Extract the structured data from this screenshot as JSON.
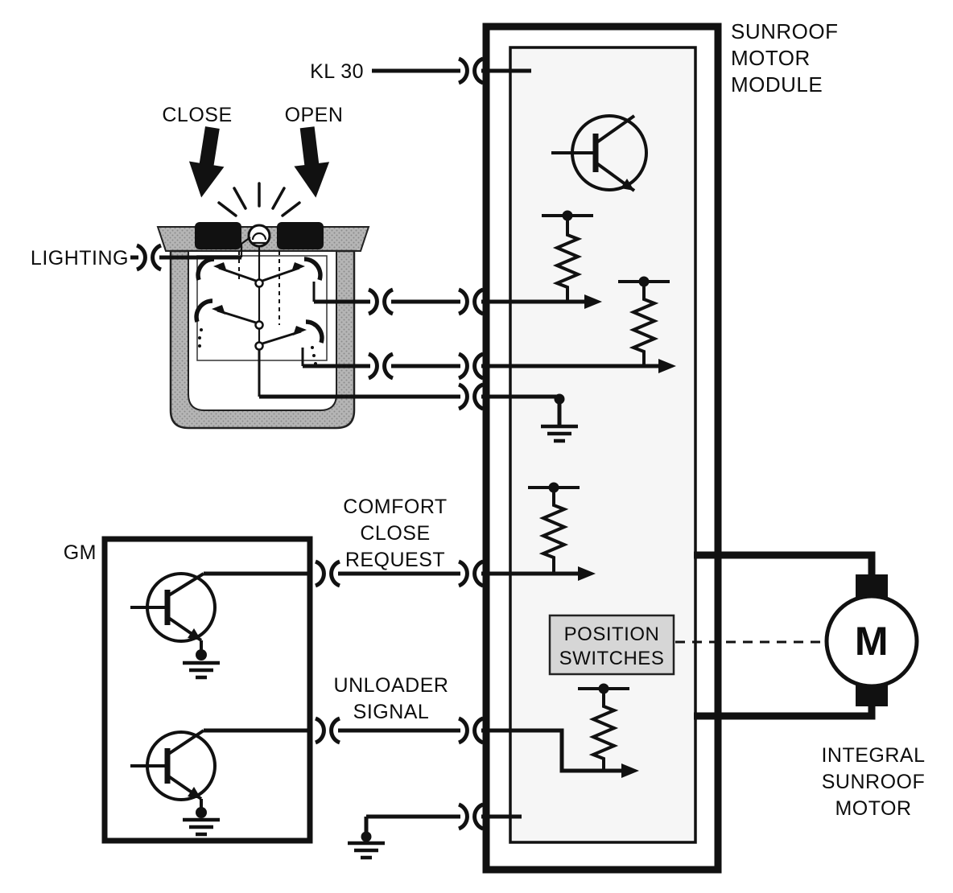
{
  "labels": {
    "kl30": "KL 30",
    "close": "CLOSE",
    "open": "OPEN",
    "lighting": "LIGHTING",
    "gm": "GM",
    "comfort_close_request": [
      "COMFORT",
      "CLOSE",
      "REQUEST"
    ],
    "unloader_signal": [
      "UNLOADER",
      "SIGNAL"
    ]
  },
  "module": {
    "title": [
      "SUNROOF",
      "MOTOR",
      "MODULE"
    ],
    "position_switches": [
      "POSITION",
      "SWITCHES"
    ]
  },
  "motor": {
    "letter": "M",
    "caption": [
      "INTEGRAL",
      "SUNROOF",
      "MOTOR"
    ]
  },
  "colors": {
    "line": "#111111",
    "housing_gray": "#b5b5b5",
    "position_box_fill": "#d6d6d6",
    "module_inner_fill": "#f6f6f6"
  }
}
